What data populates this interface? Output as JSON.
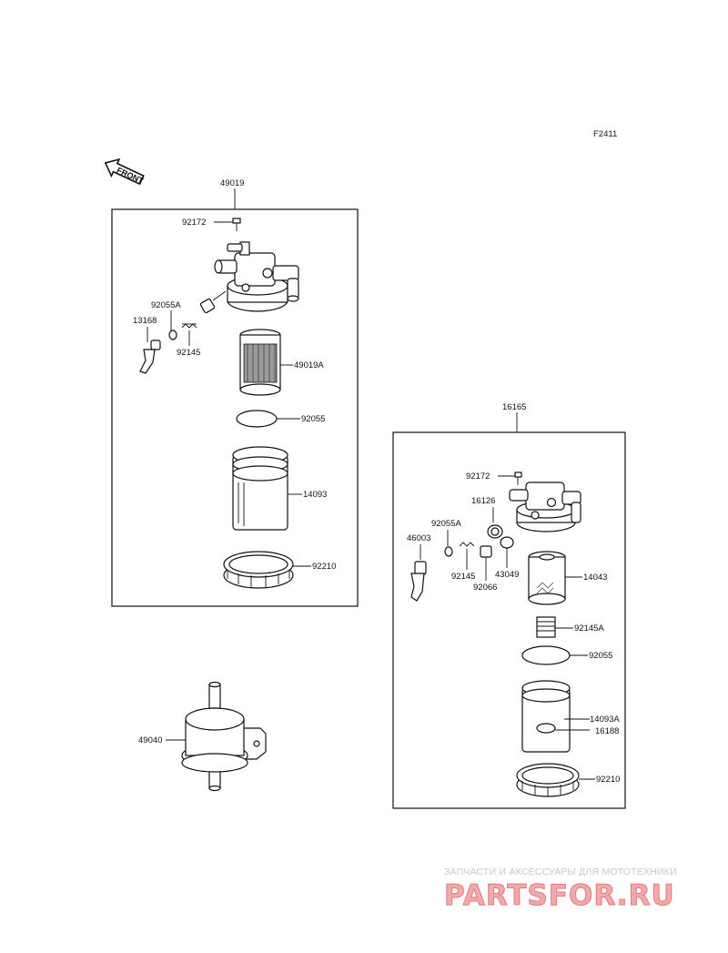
{
  "figure_code": "F2411",
  "front_label": "FRONT",
  "assemblies": {
    "left": {
      "code": "49019"
    },
    "right": {
      "code": "16165"
    }
  },
  "left_labels": {
    "p92172": "92172",
    "p92055A": "92055A",
    "p13168": "13168",
    "p92145": "92145",
    "p49019A": "49019A",
    "p92055": "92055",
    "p14093": "14093",
    "p92210": "92210"
  },
  "standalone": {
    "p49040": "49040"
  },
  "right_labels": {
    "p92172": "92172",
    "p16126": "16126",
    "p92055A": "92055A",
    "p46003": "46003",
    "p92145": "92145",
    "p43049": "43049",
    "p92066": "92066",
    "p14043": "14043",
    "p92145A": "92145A",
    "p92055": "92055",
    "p14093A": "14093A",
    "p16188": "16188",
    "p92210": "92210"
  },
  "watermark": {
    "tagline": "ЗАПЧАСТИ И АКСЕССУАРЫ ДЛЯ МОТОТЕХНИКИ",
    "logo": "PARTSFOR.RU"
  }
}
